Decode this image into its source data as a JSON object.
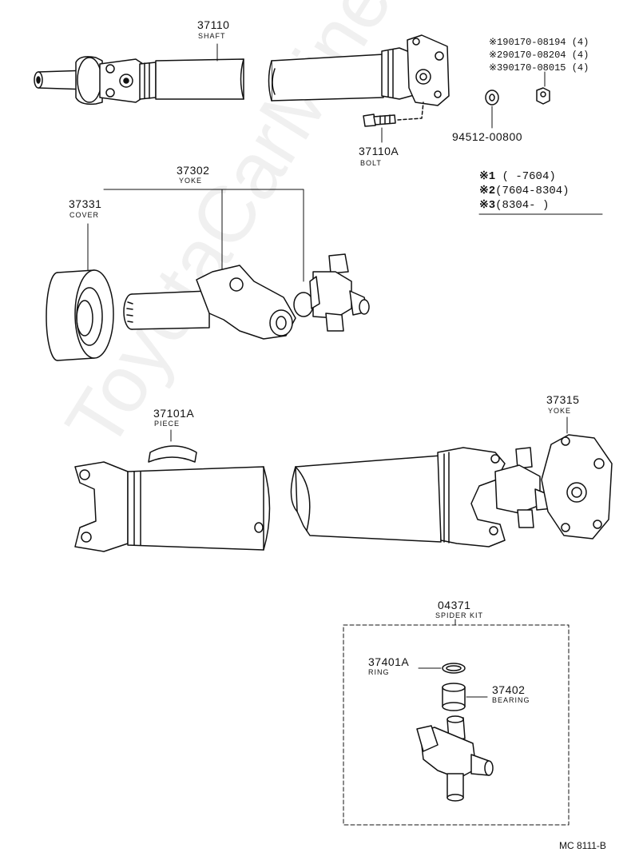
{
  "parts": {
    "shaft": {
      "number": "37110",
      "name": "SHAFT"
    },
    "bolt": {
      "number": "37110A",
      "name": "BOLT"
    },
    "nut": {
      "number": "94512-00800"
    },
    "nut_variants": [
      {
        "mark": "※1",
        "part": "90170-08194",
        "qty": "(4)"
      },
      {
        "mark": "※2",
        "part": "90170-08204",
        "qty": "(4)"
      },
      {
        "mark": "※3",
        "part": "90170-08015",
        "qty": "(4)"
      }
    ],
    "yoke_front": {
      "number": "37302",
      "name": "YOKE"
    },
    "cover": {
      "number": "37331",
      "name": "COVER"
    },
    "piece": {
      "number": "37101A",
      "name": "PIECE"
    },
    "yoke_flange": {
      "number": "37315",
      "name": "YOKE"
    },
    "spider_kit": {
      "number": "04371",
      "name": "SPIDER KIT"
    },
    "ring": {
      "number": "37401A",
      "name": "RING"
    },
    "bearing": {
      "number": "37402",
      "name": "BEARING"
    }
  },
  "legend": [
    {
      "mark": "※1",
      "range": "(        -7604)"
    },
    {
      "mark": "※2",
      "range": "(7604-8304)"
    },
    {
      "mark": "※3",
      "range": "(8304-        )"
    }
  ],
  "diagram_code": "MC 8111-B",
  "watermark": "ToyotaCarMine.ru"
}
